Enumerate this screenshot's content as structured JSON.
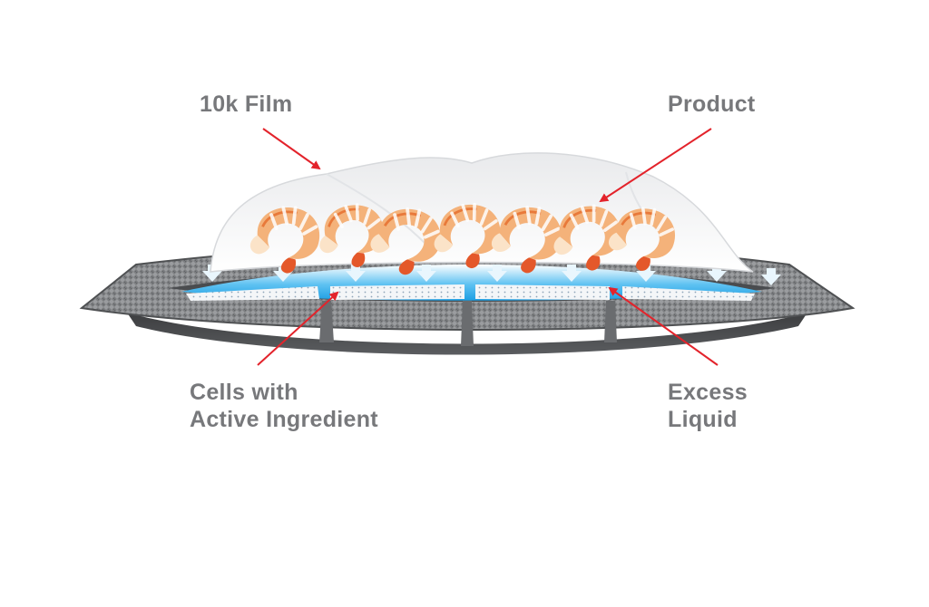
{
  "labels": {
    "film": "10k Film",
    "product": "Product",
    "cells_line1": "Cells with",
    "cells_line2": "Active Ingredient",
    "liquid_line1": "Excess",
    "liquid_line2": "Liquid"
  },
  "colors": {
    "label_text": "#77787b",
    "arrow": "#e3232b",
    "tray_dark": "#555759",
    "tray_mid": "#8a8c8e",
    "liquid_blue": "#1e9fe3",
    "film_white": "#f4f5f6",
    "shrimp_orange": "#f08a3c"
  },
  "illustration": {
    "subject": "shrimp",
    "shrimp_count": 7,
    "liquid_arrow_count": 9
  }
}
